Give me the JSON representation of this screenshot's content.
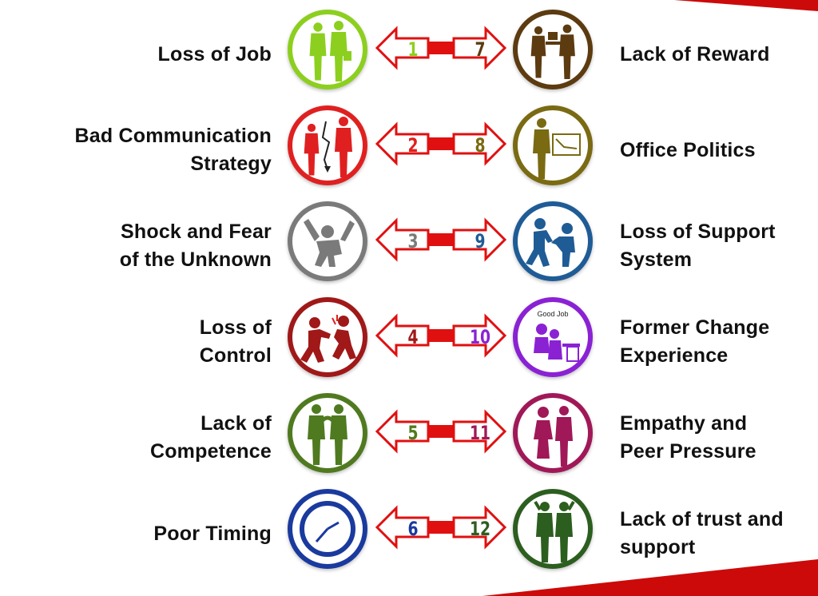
{
  "rows": [
    {
      "left": {
        "number": "1",
        "label": "Loss of Job",
        "color": "#8ccf1f",
        "icon": "business-people-icon"
      },
      "right": {
        "number": "7",
        "label": "Lack of Reward",
        "color": "#5c3b10",
        "icon": "gift-handover-icon"
      }
    },
    {
      "left": {
        "number": "2",
        "label": "Bad Communication\nStrategy",
        "color": "#e02020",
        "icon": "broken-communication-icon"
      },
      "right": {
        "number": "8",
        "label": "Office Politics",
        "color": "#7a6a12",
        "icon": "presentation-icon"
      }
    },
    {
      "left": {
        "number": "3",
        "label": "Shock and Fear\nof the Unknown",
        "color": "#7a7a7a",
        "icon": "shocked-person-icon"
      },
      "right": {
        "number": "9",
        "label": "Loss of Support\nSystem",
        "color": "#1f5c96",
        "icon": "helping-hand-icon"
      }
    },
    {
      "left": {
        "number": "4",
        "label": "Loss of\nControl",
        "color": "#a01818",
        "icon": "pushing-person-icon"
      },
      "right": {
        "number": "10",
        "label": "Former Change\nExperience",
        "color": "#8a22d4",
        "icon": "good-job-desk-icon",
        "icon_text": "Good Job"
      }
    },
    {
      "left": {
        "number": "5",
        "label": "Lack of \nCompetence",
        "color": "#4f7a1f",
        "icon": "arguing-people-icon"
      },
      "right": {
        "number": "11",
        "label": "Empathy and\nPeer Pressure",
        "color": "#a01858",
        "icon": "couple-icon"
      }
    },
    {
      "left": {
        "number": "6",
        "label": "Poor Timing",
        "color": "#1a3a9e",
        "icon": "clock-icon"
      },
      "right": {
        "number": "12",
        "label": "Lack of trust and\nsupport",
        "color": "#2c5e1f",
        "icon": "standing-people-icon"
      }
    }
  ],
  "connector_color": "#e01010"
}
